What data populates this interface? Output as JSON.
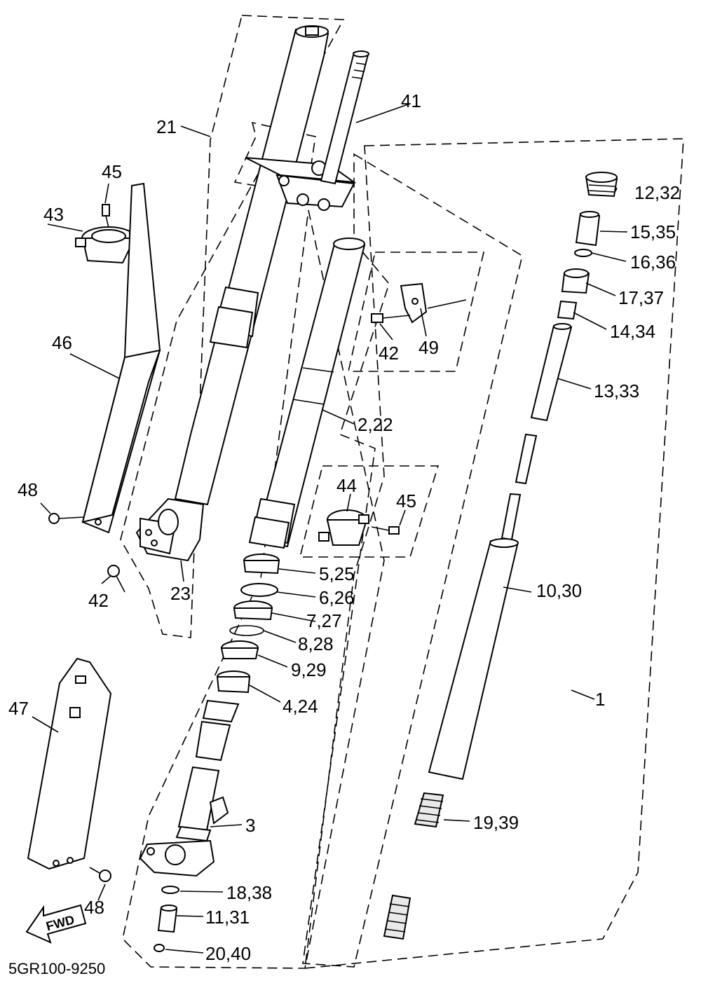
{
  "diagram": {
    "code": "5GR100-9250",
    "fwd_label": "FWD",
    "callouts": {
      "c1": "1",
      "c2_22": "2,22",
      "c3": "3",
      "c4_24": "4,24",
      "c5_25": "5,25",
      "c6_26": "6,26",
      "c7_27": "7,27",
      "c8_28": "8,28",
      "c9_29": "9,29",
      "c10_30": "10,30",
      "c11_31": "11,31",
      "c12_32": "12,32",
      "c13_33": "13,33",
      "c14_34": "14,34",
      "c15_35": "15,35",
      "c16_36": "16,36",
      "c17_37": "17,37",
      "c18_38": "18,38",
      "c19_39": "19,39",
      "c20_40": "20,40",
      "c21": "21",
      "c23": "23",
      "c41": "41",
      "c42a": "42",
      "c42b": "42",
      "c43": "43",
      "c44": "44",
      "c45a": "45",
      "c45b": "45",
      "c46": "46",
      "c47": "47",
      "c48a": "48",
      "c48b": "48",
      "c49": "49"
    }
  }
}
